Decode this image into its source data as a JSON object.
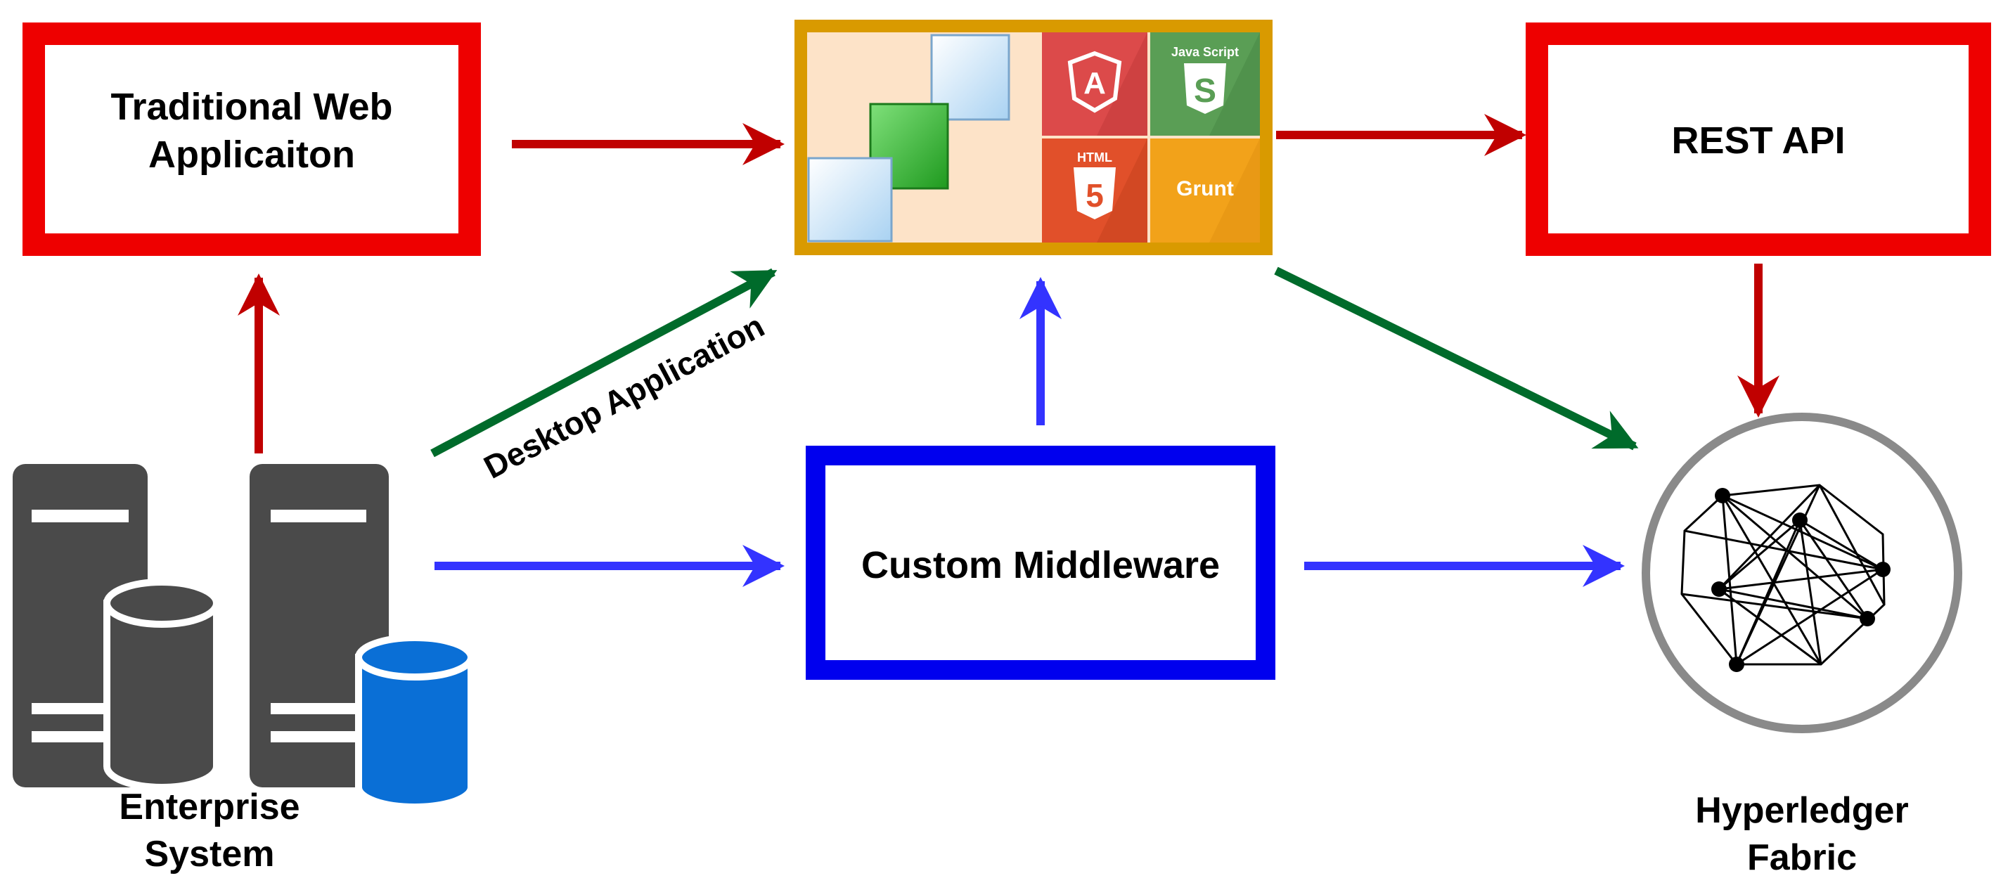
{
  "nodes": {
    "traditional_web": {
      "label_line1": "Traditional Web",
      "label_line2": "Applicaiton"
    },
    "rest_api": {
      "label": "REST API"
    },
    "custom_middleware": {
      "label": "Custom Middleware"
    },
    "enterprise_system": {
      "label_line1": "Enterprise",
      "label_line2": "System"
    },
    "hyperledger_fabric": {
      "label_line1": "Hyperledger",
      "label_line2": "Fabric"
    },
    "desktop_app_window": {
      "tiles": {
        "angular": {
          "label": "A"
        },
        "javascript": {
          "label": "Java Script",
          "glyph": "S"
        },
        "html5": {
          "label": "HTML",
          "glyph": "5"
        },
        "grunt": {
          "label": "Grunt"
        }
      }
    }
  },
  "edges": {
    "desktop_application": {
      "label": "Desktop Application"
    }
  },
  "colors": {
    "red": "#ee0000",
    "dark_red": "#c00000",
    "blue_box": "#0000ee",
    "blue_arrow": "#3333ff",
    "green_arrow": "#006b2b",
    "server_gray": "#4a4a4a",
    "db_blue": "#0a6fd6",
    "window_gold": "#d99a00",
    "window_bg": "#fde3c8",
    "angular": "#dc4a4a",
    "javascript": "#5a9e55",
    "html5": "#e1502a",
    "grunt": "#f2a21a",
    "hex_circle": "#8a8a8a"
  }
}
